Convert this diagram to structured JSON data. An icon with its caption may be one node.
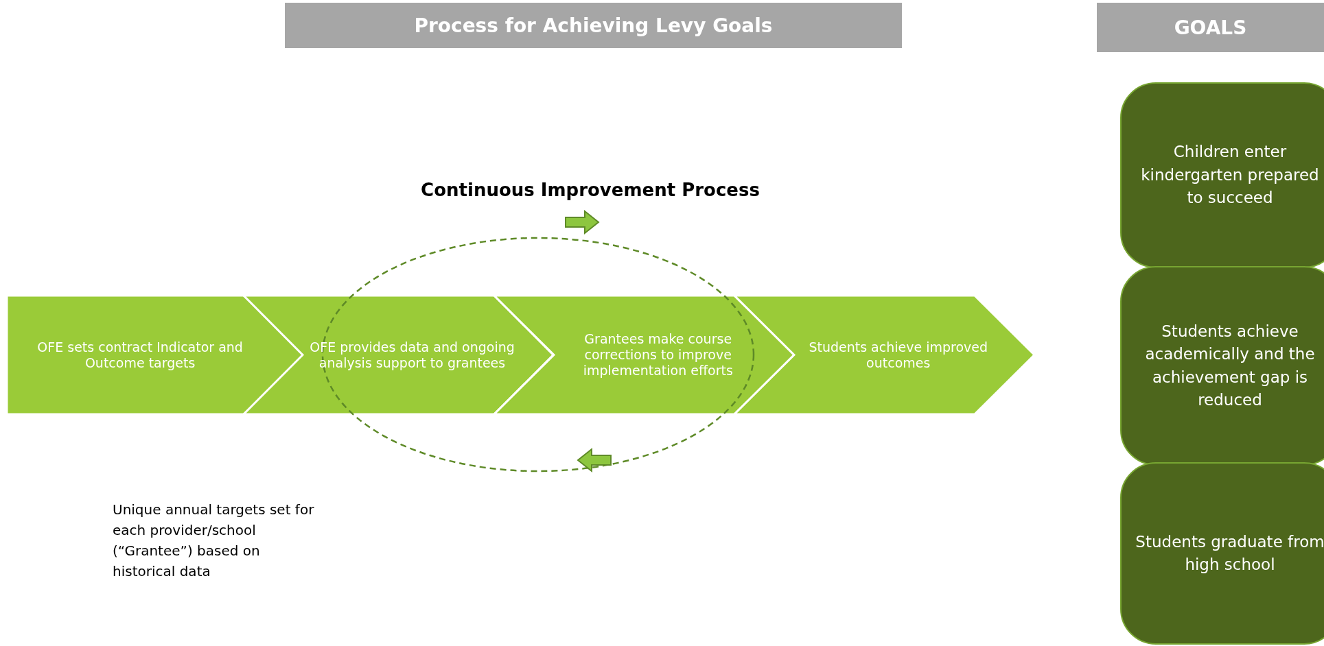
{
  "diagram": {
    "title": "Process for Achieving Levy Goals",
    "nodes": [
      {
        "text": [
          "OFE sets contract Indicator and Outcome targets"
        ]
      },
      {
        "text": [
          "OFE provides data and ongoing analysis support to grantees"
        ]
      },
      {
        "text": [
          "Grantees make course corrections to improve implementation efforts"
        ]
      },
      {
        "text": [
          "Students achieve improved outcomes"
        ]
      },
      {
        "text": [
          "GOALS"
        ]
      },
      {
        "text": [
          "Children enter kindergarten prepared to succeed"
        ]
      },
      {
        "text": [
          "Students achieve academically and the achievement gap is reduced"
        ]
      },
      {
        "text": [
          "Students graduate from high school"
        ]
      }
    ],
    "labels": [
      "Continuous Improvement Process",
      "Unique annual targets set for each provider/school (“Grantee”) based on historical data"
    ]
  }
}
